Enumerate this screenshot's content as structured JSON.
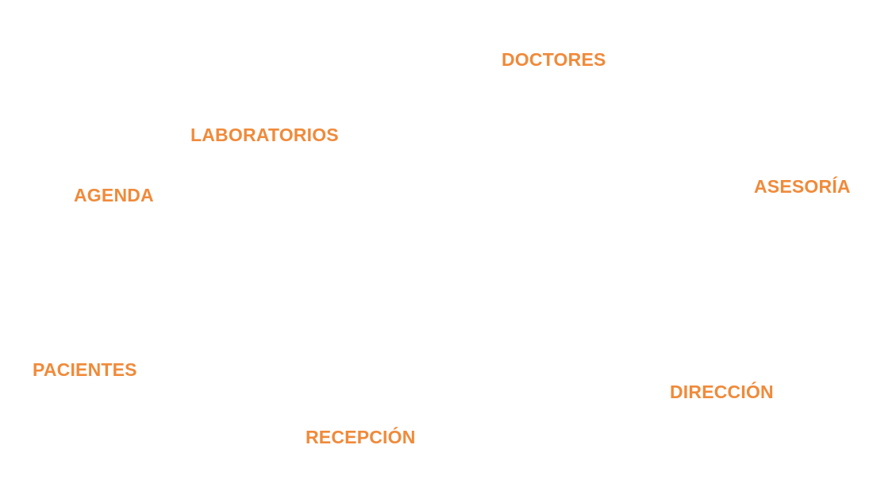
{
  "accent_color": "#f08a3a",
  "labels": {
    "doctores": "DOCTORES",
    "laboratorios": "LABORATORIOS",
    "agenda": "AGENDA",
    "asesoria": "ASESORÍA",
    "pacientes": "PACIENTES",
    "direccion": "DIRECCIÓN",
    "recepcion": "RECEPCIÓN"
  }
}
